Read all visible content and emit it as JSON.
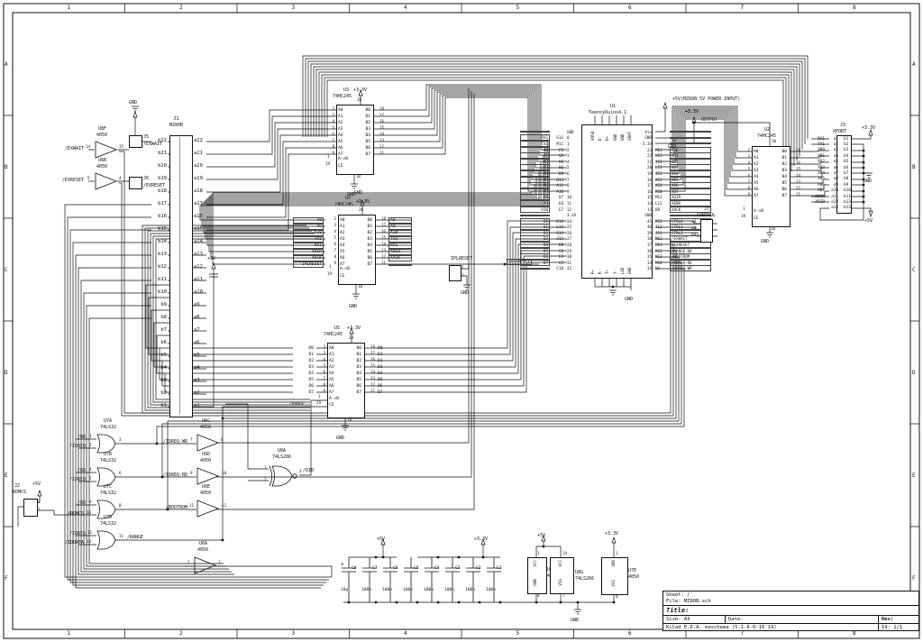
{
  "sheet": {
    "cols": [
      "1",
      "2",
      "3",
      "4",
      "5",
      "6",
      "7",
      "8"
    ],
    "rows": [
      "A",
      "B",
      "C",
      "D",
      "E",
      "F"
    ]
  },
  "title_block": {
    "sheet": "Sheet: /",
    "file": "File: MZ80B.sch",
    "title_label": "Title:",
    "size": "Size: A3",
    "date": "Date:",
    "rev": "Rev:",
    "tool": "KiCad E.D.A.  eeschema (5.1.8-0-10_14)",
    "id": "Id: 1/1"
  },
  "power": {
    "p5": "+5V",
    "p33": "+3.3V",
    "gnd": "GND",
    "mz": "+5V(MZ80B 5V POWER INPUT)",
    "output": "OUTPUT"
  },
  "j1": {
    "ref": "J1",
    "value": "MZ80B",
    "rows": [
      {
        "b": "b22",
        "a": "a22"
      },
      {
        "b": "b21",
        "a": "a21"
      },
      {
        "b": "b20",
        "a": "a20"
      },
      {
        "b": "b19",
        "a": "a19"
      },
      {
        "b": "b18",
        "a": "a18"
      },
      {
        "b": "b17",
        "a": "a17"
      },
      {
        "b": "b16",
        "a": "a16"
      },
      {
        "b": "b15",
        "a": "a15"
      },
      {
        "b": "b14",
        "a": "a14"
      },
      {
        "b": "b13",
        "a": "a13"
      },
      {
        "b": "b12",
        "a": "a12"
      },
      {
        "b": "b11",
        "a": "a11"
      },
      {
        "b": "b10",
        "a": "a10"
      },
      {
        "b": "b9",
        "a": "a9"
      },
      {
        "b": "b8",
        "a": "a8"
      },
      {
        "b": "b7",
        "a": "a7"
      },
      {
        "b": "b6",
        "a": "a6"
      },
      {
        "b": "b5",
        "a": "a5"
      },
      {
        "b": "b4",
        "a": "a4"
      },
      {
        "b": "b3",
        "a": "a3"
      },
      {
        "b": "b2",
        "a": "a2"
      },
      {
        "b": "b1",
        "a": "a1"
      }
    ]
  },
  "u3": {
    "ref": "U3",
    "value": "74HC245",
    "pwr": "+3.3V",
    "vcc": "VCC",
    "gnd": "GND",
    "vcc_pin": "20",
    "gnd_pin": "10",
    "dir": "A->B",
    "dir_pin": "1",
    "ce": "CE",
    "ce_pin": "19",
    "gnd_lbl": "GND",
    "rows": [
      {
        "lbl": "",
        "lp": "2",
        "ln": "A0",
        "rn": "B0",
        "rp": "18",
        "rlbl": ""
      },
      {
        "lbl": "",
        "lp": "3",
        "ln": "A1",
        "rn": "B1",
        "rp": "17",
        "rlbl": ""
      },
      {
        "lbl": "",
        "lp": "4",
        "ln": "A2",
        "rn": "B2",
        "rp": "16",
        "rlbl": ""
      },
      {
        "lbl": "",
        "lp": "5",
        "ln": "A3",
        "rn": "B3",
        "rp": "15",
        "rlbl": ""
      },
      {
        "lbl": "",
        "lp": "6",
        "ln": "A4",
        "rn": "B4",
        "rp": "14",
        "rlbl": ""
      },
      {
        "lbl": "",
        "lp": "7",
        "ln": "A5",
        "rn": "B5",
        "rp": "13",
        "rlbl": ""
      },
      {
        "lbl": "",
        "lp": "8",
        "ln": "A6",
        "rn": "B6",
        "rp": "12",
        "rlbl": ""
      },
      {
        "lbl": "",
        "lp": "9",
        "ln": "A7",
        "rn": "B7",
        "rp": "11",
        "rlbl": ""
      }
    ]
  },
  "u4": {
    "ref": "U4",
    "value": "74HC245",
    "pwr": "+3.3V",
    "vcc": "VCC",
    "gnd": "GND",
    "vcc_pin": "20",
    "gnd_pin": "10",
    "dir": "A->B",
    "dir_pin": "1",
    "ce": "CE",
    "ce_pin": "19",
    "gnd_lbl": "GND",
    "top_gnd": "GND",
    "rows": [
      {
        "lbl": "A8",
        "lp": "2",
        "ln": "A0",
        "rn": "B0",
        "rp": "18",
        "rlbl": "A8"
      },
      {
        "lbl": "A9",
        "lp": "3",
        "ln": "A1",
        "rn": "B1",
        "rp": "17",
        "rlbl": "A9"
      },
      {
        "lbl": "A10",
        "lp": "4",
        "ln": "A2",
        "rn": "B2",
        "rp": "16",
        "rlbl": "A10"
      },
      {
        "lbl": "TX1",
        "lp": "5",
        "ln": "A3",
        "rn": "B3",
        "rp": "15",
        "rlbl": "TX1"
      },
      {
        "lbl": "RX1",
        "lp": "6",
        "ln": "A4",
        "rn": "B4",
        "rp": "14",
        "rlbl": "RX1"
      },
      {
        "lbl": "XDIR",
        "lp": "7",
        "ln": "A5",
        "rn": "B5",
        "rp": "13",
        "rlbl": "XDIR"
      },
      {
        "lbl": "XACK",
        "lp": "8",
        "ln": "A6",
        "rn": "B6",
        "rp": "12",
        "rlbl": "XACK"
      },
      {
        "lbl": "IPLRESET",
        "lp": "9",
        "ln": "A7",
        "rn": "B7",
        "rp": "11",
        "rlbl": ""
      }
    ]
  },
  "u5": {
    "ref": "U5",
    "value": "74HC245",
    "pwr": "+3.3V",
    "vcc": "VCC",
    "gnd": "GND",
    "vcc_pin": "20",
    "gnd_pin": "10",
    "dir": "A->B",
    "dir_pin": "1",
    "ce": "CE",
    "ce_pin": "19",
    "ce_net": "/RANGE",
    "gnd_lbl": "GND",
    "rows": [
      {
        "lbl": "D0",
        "lp": "2",
        "ln": "A0",
        "rn": "B0",
        "rp": "18",
        "rlbl": "D0"
      },
      {
        "lbl": "D1",
        "lp": "3",
        "ln": "A1",
        "rn": "B1",
        "rp": "17",
        "rlbl": "D1"
      },
      {
        "lbl": "D2",
        "lp": "4",
        "ln": "A2",
        "rn": "B2",
        "rp": "16",
        "rlbl": "D2"
      },
      {
        "lbl": "D3",
        "lp": "5",
        "ln": "A3",
        "rn": "B3",
        "rp": "15",
        "rlbl": "D3"
      },
      {
        "lbl": "D4",
        "lp": "6",
        "ln": "A4",
        "rn": "B4",
        "rp": "14",
        "rlbl": "D4"
      },
      {
        "lbl": "D5",
        "lp": "7",
        "ln": "A5",
        "rn": "B5",
        "rp": "13",
        "rlbl": "D5"
      },
      {
        "lbl": "D6",
        "lp": "8",
        "ln": "A6",
        "rn": "B6",
        "rp": "12",
        "rlbl": "D6"
      },
      {
        "lbl": "D7",
        "lp": "9",
        "ln": "A7",
        "rn": "B7",
        "rp": "11",
        "rlbl": "D7"
      }
    ]
  },
  "u2": {
    "ref": "U2",
    "value": "74HC245",
    "vcc": "VCC",
    "gnd": "GND",
    "vcc_pin": "20",
    "gnd_pin": "10",
    "dir": "A->B",
    "dir_pin": "1",
    "ce": "CE",
    "ce_pin": "19",
    "gnd_lbl": "GND",
    "rows": [
      {
        "lbl": "",
        "lp": "2",
        "ln": "A0",
        "rn": "B0",
        "rp": "18",
        "rlbl": ""
      },
      {
        "lbl": "",
        "lp": "3",
        "ln": "A1",
        "rn": "B1",
        "rp": "17",
        "rlbl": ""
      },
      {
        "lbl": "",
        "lp": "4",
        "ln": "A2",
        "rn": "B2",
        "rp": "16",
        "rlbl": ""
      },
      {
        "lbl": "",
        "lp": "5",
        "ln": "A3",
        "rn": "B3",
        "rp": "15",
        "rlbl": ""
      },
      {
        "lbl": "",
        "lp": "6",
        "ln": "A4",
        "rn": "B4",
        "rp": "14",
        "rlbl": ""
      },
      {
        "lbl": "",
        "lp": "7",
        "ln": "A5",
        "rn": "B5",
        "rp": "13",
        "rlbl": ""
      },
      {
        "lbl": "",
        "lp": "8",
        "ln": "A6",
        "rn": "B6",
        "rp": "12",
        "rlbl": ""
      },
      {
        "lbl": "",
        "lp": "9",
        "ln": "A7",
        "rn": "B7",
        "rp": "11",
        "rlbl": ""
      }
    ]
  },
  "u1": {
    "ref": "U1",
    "value": "TeensyDuino4.1",
    "top_pins": [
      "VUSB",
      "D-",
      "D+",
      "GND",
      "GND",
      "VBAT"
    ],
    "bottom_pins": [
      "R+",
      "R-",
      "T+",
      "T-",
      "LED",
      "GND"
    ],
    "left": [
      {
        "label": "",
        "ball": "",
        "name": "GND"
      },
      {
        "label": "RX1",
        "ball": "G11",
        "name": "0"
      },
      {
        "label": "TX1",
        "ball": "M11",
        "name": "1"
      },
      {
        "label": "A0",
        "ball": "F2",
        "name": "2"
      },
      {
        "label": "A1",
        "ball": "G6",
        "name": "3"
      },
      {
        "label": "A2",
        "ball": "H5",
        "name": "4"
      },
      {
        "label": "A3",
        "ball": "H3",
        "name": "5"
      },
      {
        "label": "A4",
        "ball": "D9",
        "name": "6"
      },
      {
        "label": "A5",
        "ball": "B13",
        "name": "7"
      },
      {
        "label": "A6",
        "ball": "A11",
        "name": "8"
      },
      {
        "label": "A7",
        "ball": "A10",
        "name": "9"
      },
      {
        "label": "A8",
        "ball": "D7",
        "name": "10"
      },
      {
        "label": "A9",
        "ball": "E8",
        "name": "11"
      },
      {
        "label": "A10",
        "ball": "E7",
        "name": "12"
      },
      {
        "label": "",
        "ball": "",
        "name": "3.3V"
      },
      {
        "label": "D0",
        "ball": "K14",
        "name": "24"
      },
      {
        "label": "D1",
        "ball": "L14",
        "name": "25"
      },
      {
        "label": "D2",
        "ball": "G13",
        "name": "26"
      },
      {
        "label": "D3",
        "ball": "J14",
        "name": "27"
      },
      {
        "label": "D4",
        "ball": "D8",
        "name": "28"
      },
      {
        "label": "D5",
        "ball": "C8",
        "name": "29"
      },
      {
        "label": "D6",
        "ball": "E4",
        "name": "30"
      },
      {
        "label": "D7",
        "ball": "C3",
        "name": "31"
      },
      {
        "label": "",
        "ball": "C18",
        "name": "32"
      }
    ],
    "right": [
      {
        "name": "Vin",
        "ball": "",
        "label": ""
      },
      {
        "name": "GND",
        "ball": "",
        "label": ""
      },
      {
        "name": "3.3V",
        "ball": "",
        "label": ""
      },
      {
        "name": "23",
        "ball": "M13",
        "label": "XD0"
      },
      {
        "name": "22",
        "ball": "H13",
        "label": "XD1"
      },
      {
        "name": "21",
        "ball": "J13",
        "label": "XD2"
      },
      {
        "name": "20",
        "ball": "L13",
        "label": "XD3"
      },
      {
        "name": "19",
        "ball": "J11",
        "label": "XD4"
      },
      {
        "name": "18",
        "ball": "K11",
        "label": "XD5"
      },
      {
        "name": "17",
        "ball": "K12",
        "label": "XD6"
      },
      {
        "name": "16",
        "ball": "K10",
        "label": "XD7"
      },
      {
        "name": "15",
        "ball": "M12",
        "label": "XDIR"
      },
      {
        "name": "14",
        "ball": "L11",
        "label": "XENA"
      },
      {
        "name": "13",
        "ball": "D8",
        "label": "XACK"
      },
      {
        "name": "GND",
        "ball": "",
        "label": ""
      },
      {
        "name": "41",
        "ball": "K12",
        "label": "CTRL0"
      },
      {
        "name": "40",
        "ball": "J12",
        "label": "CTRL1"
      },
      {
        "name": "39",
        "ball": "J11",
        "label": "CTRL2"
      },
      {
        "name": "38",
        "ball": "M12",
        "label": "/EXWAIT"
      },
      {
        "name": "37",
        "ball": "H11",
        "label": "/EXRESET"
      },
      {
        "name": "36",
        "ball": "K11",
        "label": "/RANGE-OK"
      },
      {
        "name": "35",
        "ball": "M13",
        "label": "/BOOTROM"
      },
      {
        "name": "34",
        "ball": "M14",
        "label": "/IDREQ-RD"
      },
      {
        "name": "33",
        "ball": "H4",
        "label": "/IDREQ-WR"
      }
    ]
  },
  "j3": {
    "ref": "J3",
    "value": "XPORT",
    "rows": [
      {
        "label": "RX1",
        "a": "a1",
        "b": "b1"
      },
      {
        "label": "TX1",
        "a": "a2",
        "b": "b2"
      },
      {
        "label": "XB0",
        "a": "a3",
        "b": "b3"
      },
      {
        "label": "XB1",
        "a": "a4",
        "b": "b4"
      },
      {
        "label": "XB2",
        "a": "a5",
        "b": "b5"
      },
      {
        "label": "XB3",
        "a": "a6",
        "b": "b6"
      },
      {
        "label": "XB4",
        "a": "a7",
        "b": "b7"
      },
      {
        "label": "XB5",
        "a": "a8",
        "b": "b8"
      },
      {
        "label": "XB6",
        "a": "a9",
        "b": "b9"
      },
      {
        "label": "XB7",
        "a": "a10",
        "b": "b10"
      },
      {
        "label": "XACK",
        "a": "a11",
        "b": "b11"
      },
      {
        "label": "XDIR",
        "a": "a12",
        "b": "b12"
      },
      {
        "label": "",
        "a": "a13",
        "b": "b13"
      }
    ]
  },
  "j7": {
    "ref": "J7",
    "value": "CONTROL",
    "pins": [
      "a1",
      "a2",
      "a3"
    ]
  },
  "j5": {
    "ref": "J5",
    "value": "/EXWAIT"
  },
  "j6": {
    "ref": "J6",
    "value": "/EXRESET"
  },
  "j2": {
    "ref": "J2",
    "value": "ROMCS",
    "pin1": "1",
    "pin2": "2"
  },
  "j4": {
    "label": "IPLRESET",
    "pin1": "1",
    "pin2": "2"
  },
  "net_iplreset": "IPLRESET",
  "buffers": {
    "u8f": {
      "ref": "U8F",
      "value": "4050",
      "in_label": "/EXWAIT",
      "in_pin": "14",
      "out_pin": "15"
    },
    "u6b": {
      "ref": "U6B",
      "value": "4050",
      "in_label": "/EXRESET",
      "in_pin": "5",
      "out_pin": "4"
    },
    "u6c": {
      "ref": "U6C",
      "value": "4050",
      "in_label": "/IDREQ-WR",
      "in_pin": "7",
      "out_pin": "6"
    },
    "u6d": {
      "ref": "U6D",
      "value": "4050",
      "in_label": "/IDREQ-RD",
      "in_pin": "9",
      "out_pin": "10"
    },
    "u6e": {
      "ref": "U6E",
      "value": "4050",
      "in_label": "/BOOTROM",
      "in_pin": "11",
      "out_pin": "12"
    },
    "u6a": {
      "ref": "U6A",
      "value": "4050",
      "in_pin": "2",
      "out_pin": "3"
    }
  },
  "gates": {
    "u7a": {
      "ref": "U7A",
      "value": "74LS32",
      "in1": "/WR",
      "p1": "1",
      "in2": "/IDREQ",
      "p2": "2",
      "po": "3"
    },
    "u7b": {
      "ref": "U7B",
      "value": "74LS32",
      "in1": "/RD",
      "p1": "4",
      "in2": "/IDREQ",
      "p2": "5",
      "po": "6"
    },
    "u7c": {
      "ref": "U7C",
      "value": "74LS32",
      "in1": "/RD",
      "p1": "9",
      "in2": "/ROMCS",
      "p2": "10",
      "po": "8"
    },
    "u7d": {
      "ref": "U7D",
      "value": "74LS32",
      "in1": "/IDREQ",
      "p1": "12",
      "in2": "/IDDATA",
      "p2": "13",
      "po": "11",
      "out_net": "/RANGE"
    }
  },
  "xnor": {
    "ref": "U8A",
    "value": "74LS266",
    "p1": "1",
    "p2": "2",
    "po": "3",
    "out_net": "/DIR"
  },
  "caps": [
    {
      "ref": "C8",
      "value": "10µ"
    },
    {
      "ref": "C7",
      "value": "100n"
    },
    {
      "ref": "C6",
      "value": "100n"
    },
    {
      "ref": "C5",
      "value": "100n"
    },
    {
      "ref": "C4",
      "value": "100n"
    },
    {
      "ref": "C3",
      "value": "100n"
    },
    {
      "ref": "C2",
      "value": "100n"
    },
    {
      "ref": "C1",
      "value": "100n"
    }
  ],
  "power_boxes": [
    {
      "ref": "U6E",
      "value": "4050",
      "top": "VCC",
      "bottom": "GND",
      "tpin": "1",
      "bpin": "8"
    },
    {
      "ref": "U8G",
      "value": "74LS266",
      "top": "VCC",
      "bottom": "VSS",
      "tpin": "14",
      "bpin": "7"
    },
    {
      "ref": "U7E",
      "value": "4050",
      "top": "VDD",
      "bottom": "VSS",
      "tpin": "1",
      "bpin": "8"
    }
  ]
}
